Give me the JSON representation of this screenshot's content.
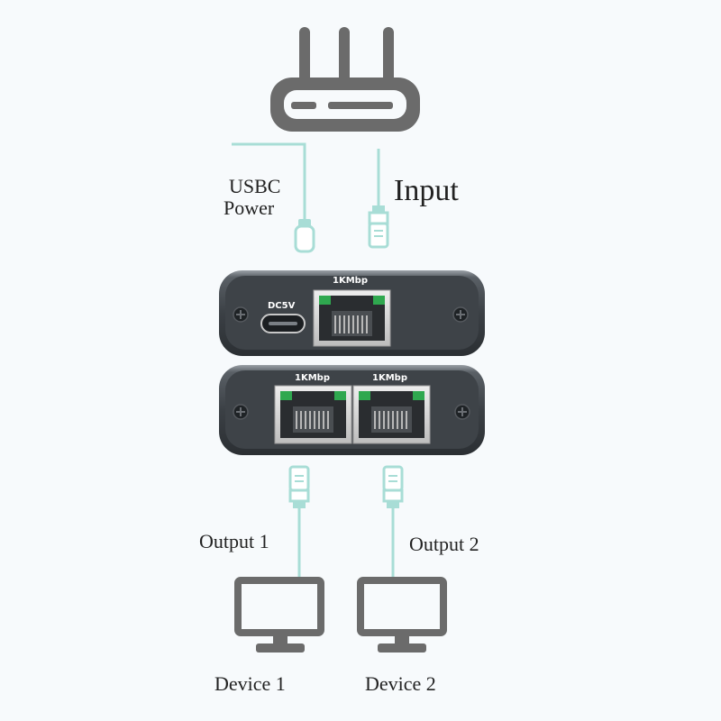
{
  "labels": {
    "usbc_line1": "USBC",
    "usbc_line2": "Power",
    "input": "Input",
    "output1": "Output 1",
    "output2": "Output 2",
    "device1": "Device 1",
    "device2": "Device 2"
  },
  "input_unit": {
    "dc_label": "DC5V",
    "port_label": "1KMbp"
  },
  "output_unit": {
    "port1_label": "1KMbp",
    "port2_label": "1KMbp"
  },
  "colors": {
    "icon_gray": "#6b6b6b",
    "cable": "#a8ddd6",
    "housing": "#3e4348",
    "led_green": "#2fa84f",
    "background": "#f7fafc"
  }
}
